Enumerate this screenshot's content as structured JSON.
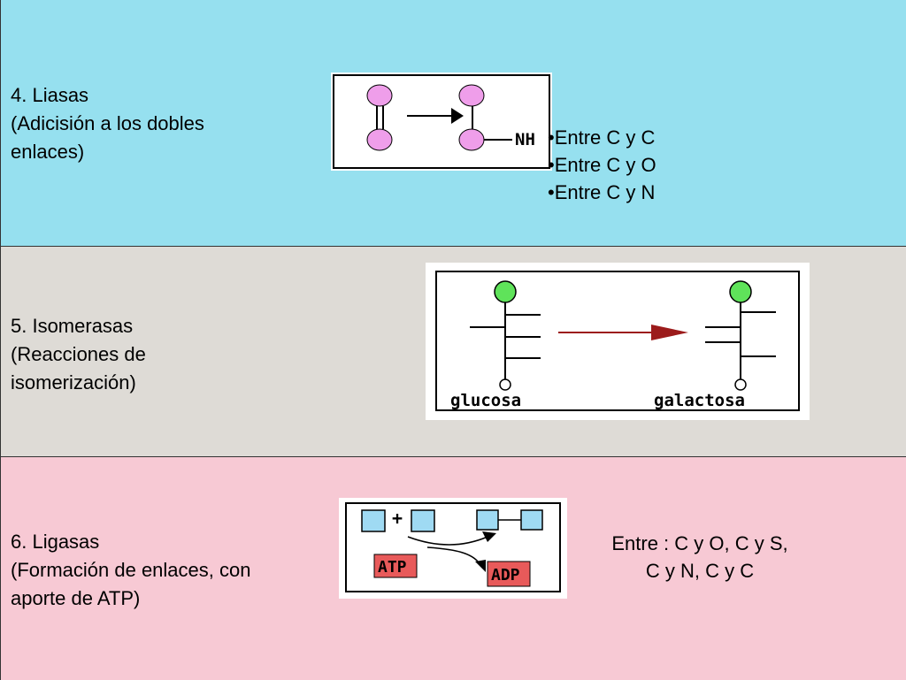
{
  "colors": {
    "row_lyases_bg": "#96e0ef",
    "row_isomerases_bg": "#dedbd6",
    "row_ligases_bg": "#f7c9d4",
    "atom_pink": "#ef9eea",
    "atom_green": "#5fe35a",
    "arrow_red": "#9c1b1b",
    "box_blue": "#9fdaf3",
    "box_red": "#e85a5a"
  },
  "rows": [
    {
      "title": "4. Liasas",
      "subtitle_line1": "(Adicisión a los dobles",
      "subtitle_line2": "enlaces)",
      "diagram_label": "NH",
      "bullets": [
        "•Entre C y C",
        "•Entre C y O",
        "•Entre C y N"
      ]
    },
    {
      "title": "5. Isomerasas",
      "subtitle_line1": "(Reacciones de",
      "subtitle_line2": "isomerización)",
      "diagram_label_left": "glucosa",
      "diagram_label_right": "galactosa"
    },
    {
      "title": "6. Ligasas",
      "subtitle_line1": "(Formación de enlaces, con",
      "subtitle_line2": "aporte de ATP)",
      "diagram_plus": "+",
      "diagram_atp": "ATP",
      "diagram_adp": "ADP",
      "note_line1": "Entre : C y O, C y S,",
      "note_line2": "C y N, C y C"
    }
  ]
}
